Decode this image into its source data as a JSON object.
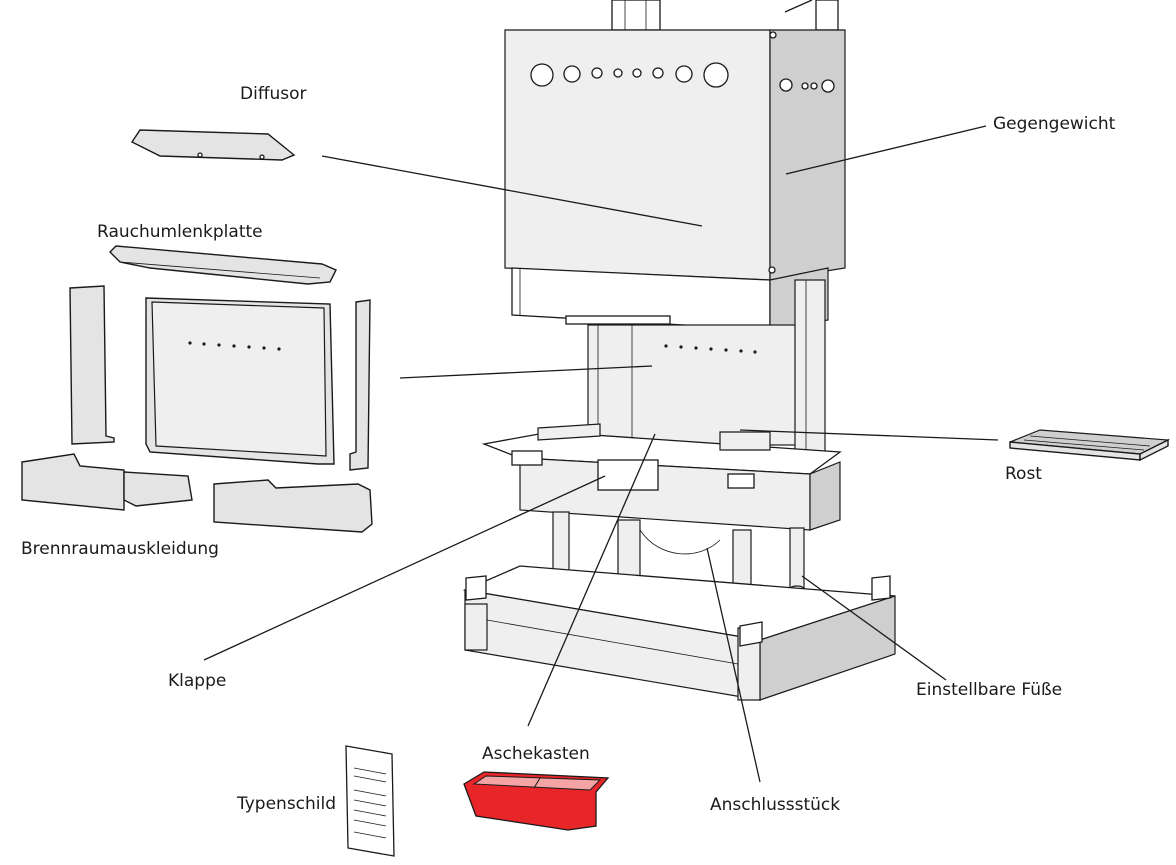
{
  "labels": {
    "diffusor": "Diffusor",
    "gegengewicht": "Gegengewicht",
    "rauchumlenkplatte": "Rauchumlenkplatte",
    "rost": "Rost",
    "brennraumauskleidung": "Brennraumauskleidung",
    "klappe": "Klappe",
    "einstellbare_fuesse": "Einstellbare Füße",
    "aschekasten": "Aschekasten",
    "typenschild": "Typenschild",
    "anschlussstueck": "Anschlussstück"
  },
  "colors": {
    "ash_box": "#e8262a",
    "line": "#1a1a1a",
    "part_fill": "#e4e4e4"
  }
}
